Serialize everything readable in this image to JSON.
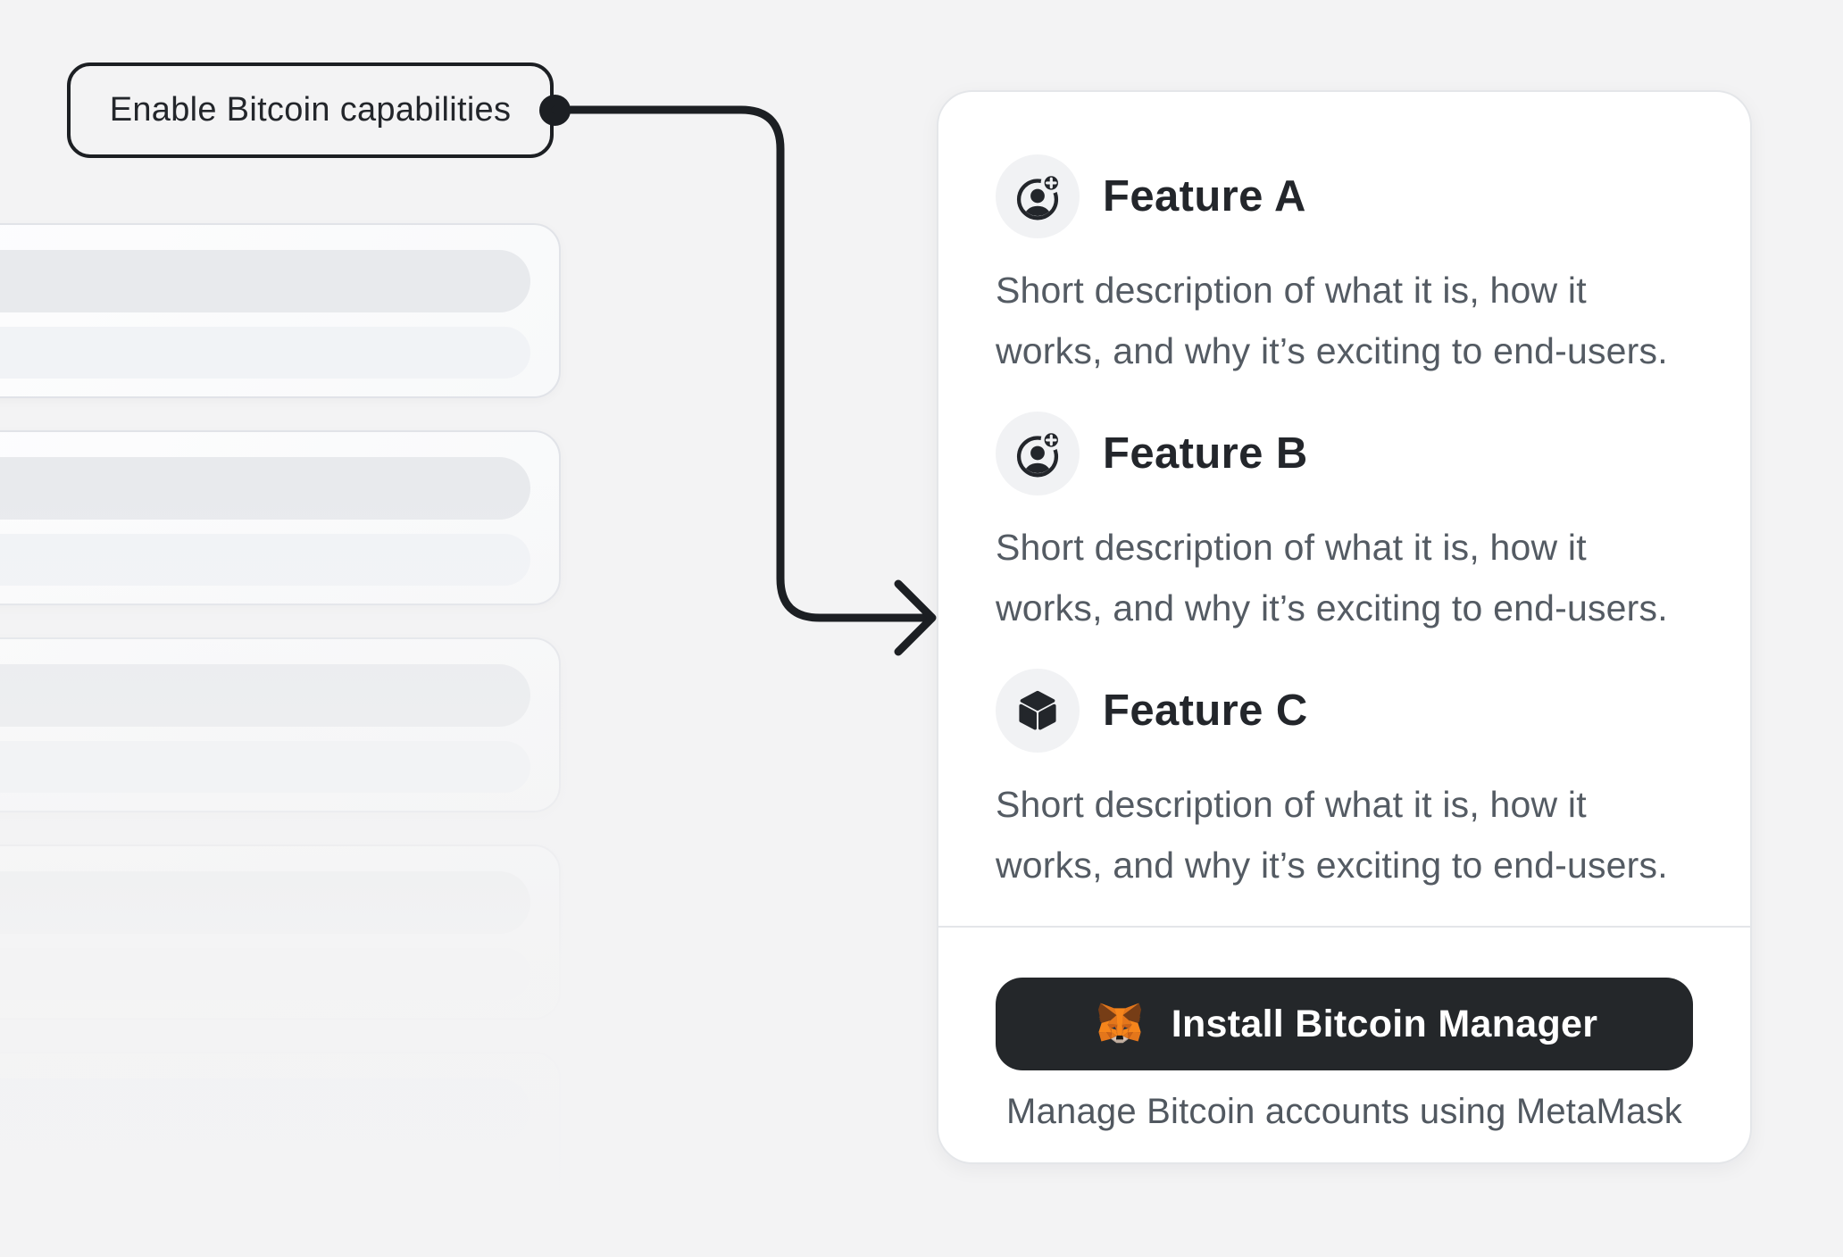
{
  "callout": {
    "label": "Enable Bitcoin capabilities"
  },
  "panel": {
    "features": [
      {
        "icon": "person-add-icon",
        "title": "Feature A",
        "description": "Short description of what it is, how it works, and why it’s exciting to end-users."
      },
      {
        "icon": "person-add-icon",
        "title": "Feature B",
        "description": "Short description of what it is, how it works, and why it’s exciting to end-users."
      },
      {
        "icon": "cube-icon",
        "title": "Feature C",
        "description": "Short description of what it is, how it works, and why it’s exciting to end-users."
      }
    ],
    "install_button": {
      "icon": "metamask-fox-icon",
      "label": "Install Bitcoin Manager"
    },
    "caption": "Manage Bitcoin accounts using MetaMask"
  },
  "colors": {
    "page_background": "#f3f3f4",
    "ink": "#1c1f23",
    "title_text": "#23262b",
    "body_text": "#545b63",
    "panel_border": "#e4e6e9",
    "button_background": "#24272a",
    "metamask_orange": "#f6851b"
  }
}
